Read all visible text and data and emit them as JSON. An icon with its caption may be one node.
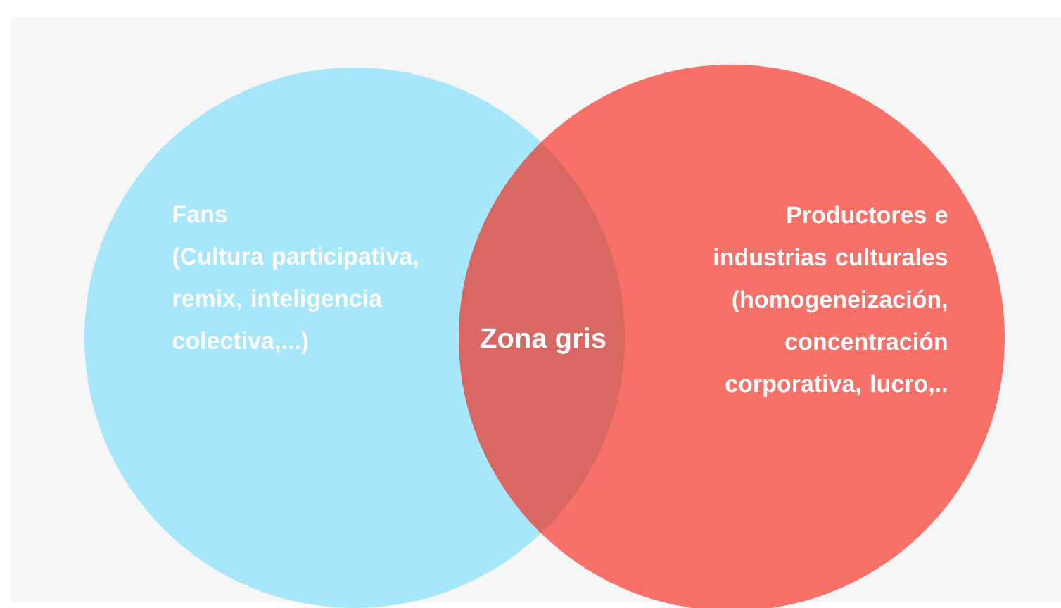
{
  "diagram": {
    "nodes": [
      {
        "text": [
          "Fans",
          "(Cultura participativa, remix, inteligencia colectiva,...)"
        ]
      },
      {
        "text": [
          "Productores e industrias culturales",
          "(homogeneización, concentración corporativa, lucro,.."
        ]
      }
    ],
    "labels": [
      "Zona gris"
    ]
  }
}
